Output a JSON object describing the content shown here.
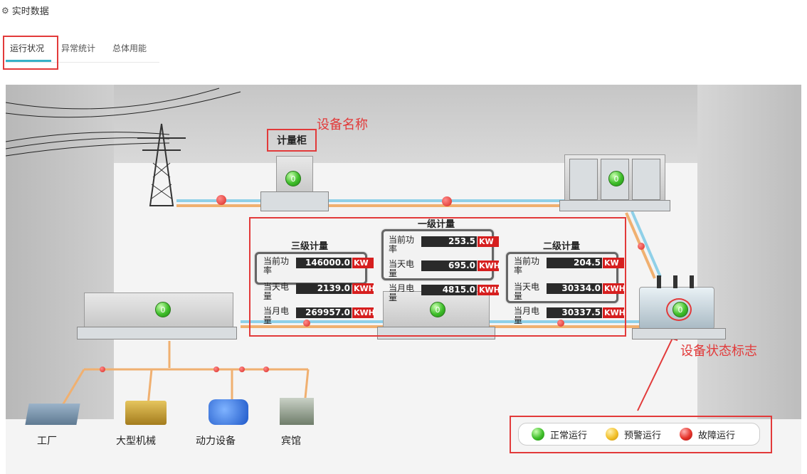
{
  "header": {
    "title": "实时数据",
    "icon": "gear-icon"
  },
  "tabs": [
    {
      "label": "运行状况",
      "active": true
    },
    {
      "label": "异常统计",
      "active": false
    },
    {
      "label": "总体用能",
      "active": false
    }
  ],
  "annotations": {
    "device_name": "设备名称",
    "status_mark": "设备状态标志"
  },
  "devices": {
    "metering_cabinet": {
      "name": "计量柜",
      "status": "0"
    },
    "switch_cabinet": {
      "status": "0"
    },
    "left_panel": {
      "status": "0"
    },
    "center_panel": {
      "status": "0"
    },
    "transformer": {
      "status": "0"
    }
  },
  "meters": {
    "level3": {
      "title": "三级计量",
      "rows": [
        {
          "label": "当前功率",
          "value": "146000.0",
          "unit": "KW"
        },
        {
          "label": "当天电量",
          "value": "2139.0",
          "unit": "KWH"
        },
        {
          "label": "当月电量",
          "value": "269957.0",
          "unit": "KWH"
        }
      ]
    },
    "level1": {
      "title": "一级计量",
      "rows": [
        {
          "label": "当前功率",
          "value": "253.5",
          "unit": "KW"
        },
        {
          "label": "当天电量",
          "value": "695.0",
          "unit": "KWH"
        },
        {
          "label": "当月电量",
          "value": "4815.0",
          "unit": "KWH"
        }
      ]
    },
    "level2": {
      "title": "二级计量",
      "rows": [
        {
          "label": "当前功率",
          "value": "204.5",
          "unit": "KW"
        },
        {
          "label": "当天电量",
          "value": "30334.0",
          "unit": "KWH"
        },
        {
          "label": "当月电量",
          "value": "30337.5",
          "unit": "KWH"
        }
      ]
    }
  },
  "consumers": [
    "工厂",
    "大型机械",
    "动力设备",
    "宾馆"
  ],
  "legend": [
    {
      "label": "正常运行",
      "color": "#3fbe2a"
    },
    {
      "label": "预警运行",
      "color": "#f2c02a"
    },
    {
      "label": "故障运行",
      "color": "#e5332a"
    }
  ]
}
